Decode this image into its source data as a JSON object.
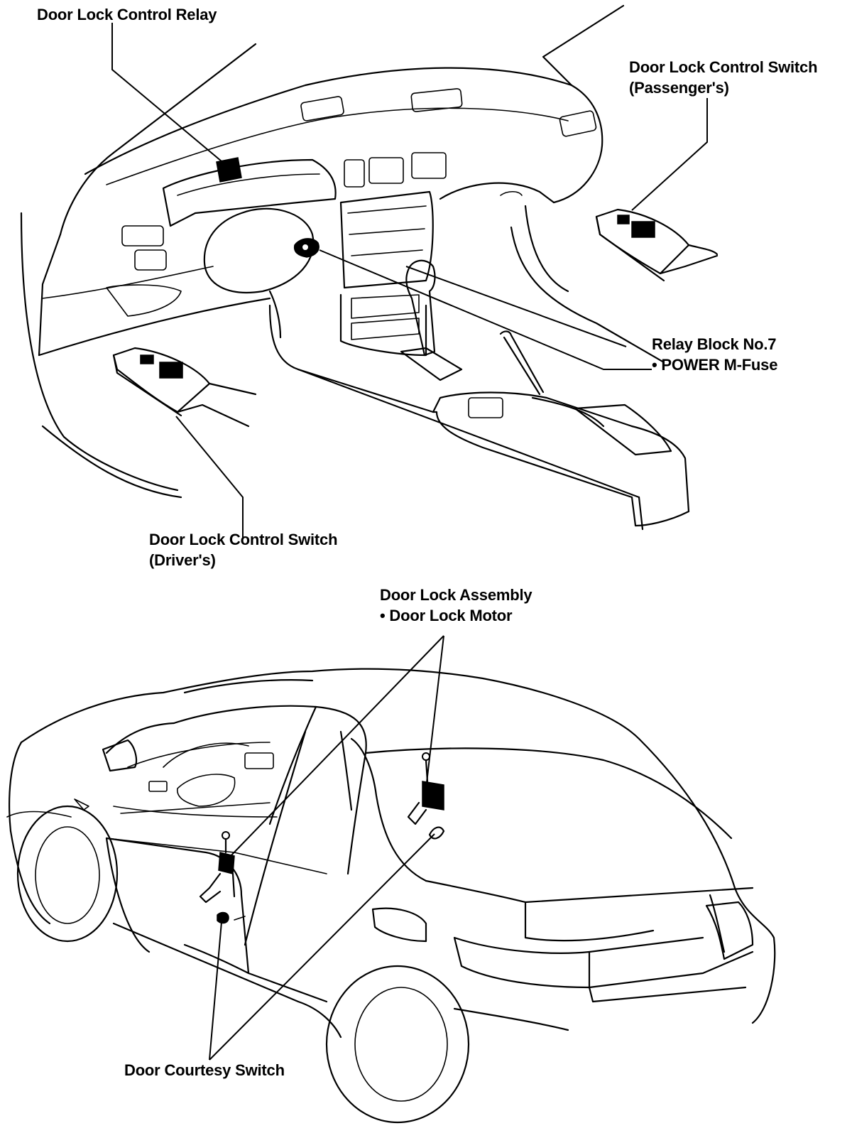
{
  "labels": {
    "relay": "Door Lock Control Relay",
    "switch_passenger_1": "Door Lock Control Switch",
    "switch_passenger_2": "(Passenger's)",
    "relay_block_1": "Relay Block No.7",
    "relay_block_2": "• POWER M-Fuse",
    "switch_driver_1": "Door Lock Control Switch",
    "switch_driver_2": "(Driver's)",
    "assembly_1": "Door Lock Assembly",
    "assembly_2": "• Door Lock Motor",
    "courtesy": "Door Courtesy Switch"
  }
}
